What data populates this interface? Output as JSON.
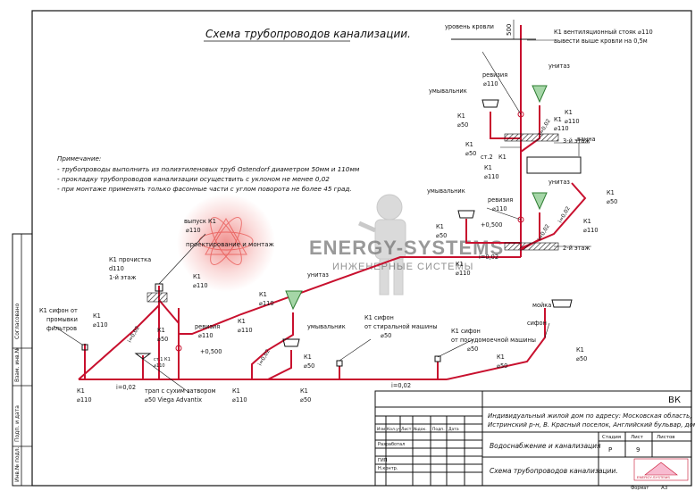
{
  "title": "Схема трубопроводов канализации.",
  "notes": {
    "heading": "Примечание:",
    "lines": [
      "- трубопроводы выполнить из полиэтиленовых труб Ostendorf диаметром 50мм и 110мм",
      "- прокладку трубопроводов канализации осуществить с уклоном не менее 0,02",
      "- при монтаже применять только фасонные части с углом поворота не более 45 град."
    ]
  },
  "watermark": {
    "brand": "ENERGY-SYSTEMS",
    "tagline": "ИНЖЕНЕРНЫЕ СИСТЕМЫ",
    "caption": "проектирование и монтаж"
  },
  "labels": {
    "roof_level": "уровень кровли",
    "dim_500": "500",
    "vent_riser_1": "К1 вентиляционный стояк ⌀110",
    "vent_riser_2": "вывести выше кровли на 0,5м",
    "revision_top_1": "ревизия",
    "revision_top_2": "⌀110",
    "toilet_3": "унитаз",
    "washbasin_3": "умывальник",
    "k1_50_a1": "К1",
    "k1_50_a2": "⌀50",
    "k1_110_b1": "К1",
    "k1_110_b2": "⌀110",
    "k1_110_c1": "К1",
    "k1_110_c2": "⌀110",
    "slope_3a": "i=0,02",
    "floor_3": "3-й этаж",
    "bath": "ванна",
    "k1_50_d1": "К1",
    "k1_50_d2": "⌀50",
    "st2": "ст.2",
    "st2_k1": "К1",
    "k1_110_e1": "К1",
    "k1_110_e2": "⌀110",
    "washbasin_2": "умывальник",
    "revision_mid_1": "ревизия",
    "revision_mid_2": "⌀110",
    "mark_500": "+0,500",
    "toilet_2": "унитаз",
    "slope_2a": "i=0,02",
    "k1_50_bath1": "К1",
    "k1_50_bath2": "⌀50",
    "k1_110_f1": "К1",
    "k1_110_f2": "⌀110",
    "k1_50_g1": "К1",
    "k1_50_g2": "⌀50",
    "slope_2b": "i=0,02",
    "floor_2": "2-й этаж",
    "k1_110_h1": "К1",
    "k1_110_h2": "⌀110",
    "outlet_1": "выпуск К1",
    "outlet_2": "⌀110",
    "cleanout_1": "К1 прочистка",
    "cleanout_2": "d110",
    "cleanout_3": "1-й этаж",
    "k1_110_i1": "К1",
    "k1_110_i2": "⌀110",
    "toilet_1": "унитаз",
    "k1_110_j1": "К1",
    "k1_110_j2": "⌀110",
    "siphon_filter_1": "К1 сифон от",
    "siphon_filter_2": "промывки",
    "siphon_filter_3": "фильтров",
    "k1_110_k1": "К1",
    "k1_110_k2": "⌀110",
    "slope_1a": "i=0,02",
    "k1_50_l1": "К1",
    "k1_50_l2": "⌀50",
    "revision_low_1": "ревизия",
    "revision_low_2": "⌀110",
    "mark_500_low": "+0,500",
    "k1_110_m1": "К1",
    "k1_110_m2": "⌀110",
    "slope_1b": "i=0,02",
    "washbasin_1": "умывальник",
    "k1_50_n1": "К1",
    "k1_50_n2": "⌀50",
    "siphon_wash_1": "К1 сифон",
    "siphon_wash_2": "от стиральной машины",
    "siphon_wash_3": "⌀50",
    "siphon_dish_1": "К1 сифон",
    "siphon_dish_2": "от посудомоечной машины",
    "siphon_dish_3": "⌀50",
    "sink": "мойка",
    "siphon": "сифон",
    "k1_50_o1": "К1",
    "k1_50_o2": "⌀50",
    "k1_50_p1": "К1",
    "k1_50_p2": "⌀50",
    "st1": "ст.1 К1",
    "st1b": "⌀110",
    "trap_1": "трап с сухим затвором",
    "trap_2": "⌀50 Viega Advantix",
    "k1_110_q1": "К1",
    "k1_110_q2": "⌀110",
    "k1_110_r1": "К1",
    "k1_110_r2": "⌀110",
    "k1_50_s1": "К1",
    "k1_50_s2": "⌀50",
    "slope_bottom": "i=0,02"
  },
  "title_block": {
    "code": "ВК",
    "project": "Индивидуальный жилой дом по адресу: Московская область,",
    "project2": "Истринский р-н, В. Красный поселок, Английский бульвар, дом",
    "col_izm": "Изм.",
    "col_kolup": "Кол.уч.",
    "col_list": "Лист",
    "col_ndok": "№док.",
    "col_podp": "Подп.",
    "col_data": "Дата",
    "developed": "Разработал",
    "gip": "ГИП",
    "norm": "Н.контр.",
    "section": "Водоснабжение и канализация",
    "stage_h": "Стадия",
    "sheet_h": "Лист",
    "sheets_h": "Листов",
    "stage": "Р",
    "sheet": "9",
    "drawing": "Схема трубопроводов канализации.",
    "logo": "ENERGY-SYSTEMS",
    "format_l": "Формат",
    "format": "А3"
  },
  "side_stamp": {
    "agreed": "Согласовано",
    "inv_orig": "Взам. инв.№",
    "sign_date": "Подп. и дата",
    "inv_podl": "Инв.№ подл."
  },
  "colors": {
    "pipe": "#c8102e",
    "line": "#111111",
    "fixture": "#2e7d32",
    "watermark": "#777777",
    "glow": "#e53935"
  }
}
